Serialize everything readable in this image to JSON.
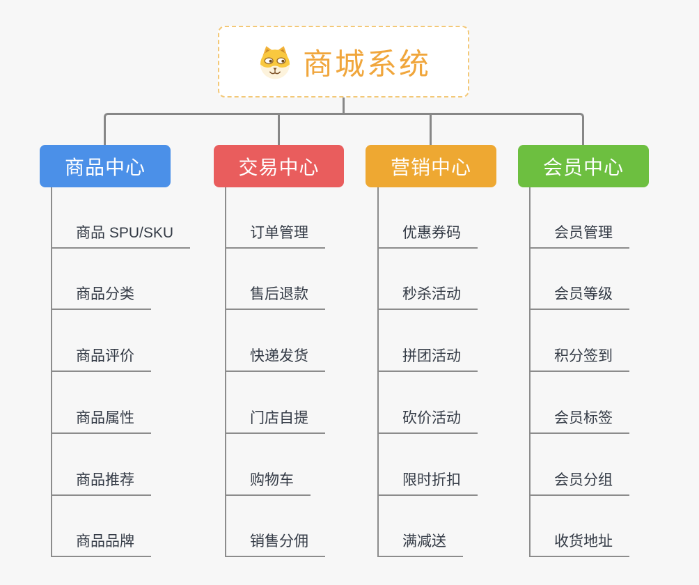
{
  "root": {
    "title": "商城系统",
    "icon": "dog-icon"
  },
  "branches": [
    {
      "label": "商品中心",
      "color": "#4B90E8",
      "items": [
        "商品 SPU/SKU",
        "商品分类",
        "商品评价",
        "商品属性",
        "商品推荐",
        "商品品牌"
      ]
    },
    {
      "label": "交易中心",
      "color": "#E95D5D",
      "items": [
        "订单管理",
        "售后退款",
        "快递发货",
        "门店自提",
        "购物车",
        "销售分佣"
      ]
    },
    {
      "label": "营销中心",
      "color": "#EEA832",
      "items": [
        "优惠券码",
        "秒杀活动",
        "拼团活动",
        "砍价活动",
        "限时折扣",
        "满减送"
      ]
    },
    {
      "label": "会员中心",
      "color": "#6DBF40",
      "items": [
        "会员管理",
        "会员等级",
        "积分签到",
        "会员标签",
        "会员分组",
        "收货地址"
      ]
    }
  ],
  "style": {
    "background": "#f7f7f7",
    "connector_color": "#878787",
    "leaf_line_color": "#8c8c8c",
    "leaf_text_color": "#333a45",
    "root_accent": "#f0a63c",
    "root_border": "#f3c877"
  }
}
